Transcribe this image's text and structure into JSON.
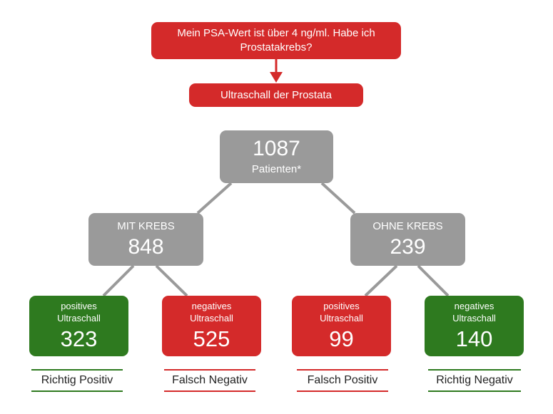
{
  "question": "Mein PSA-Wert ist über 4 ng/ml. Habe ich Prostatakrebs?",
  "step": "Ultraschall der Prostata",
  "root": {
    "value": "1087",
    "label": "Patienten*"
  },
  "with_cancer": {
    "label": "MIT KREBS",
    "value": "848"
  },
  "without_cancer": {
    "label": "OHNE KREBS",
    "value": "239"
  },
  "leaves": [
    {
      "label_line1": "positives",
      "label_line2": "Ultraschall",
      "value": "323",
      "result": "Richtig Positiv"
    },
    {
      "label_line1": "negatives",
      "label_line2": "Ultraschall",
      "value": "525",
      "result": "Falsch Negativ"
    },
    {
      "label_line1": "positives",
      "label_line2": "Ultraschall",
      "value": "99",
      "result": "Falsch Positiv"
    },
    {
      "label_line1": "negatives",
      "label_line2": "Ultraschall",
      "value": "140",
      "result": "Richtig Negativ"
    }
  ],
  "colors": {
    "red": "#d42a2a",
    "green": "#2e7a1f",
    "gray": "#9a9a9a"
  }
}
